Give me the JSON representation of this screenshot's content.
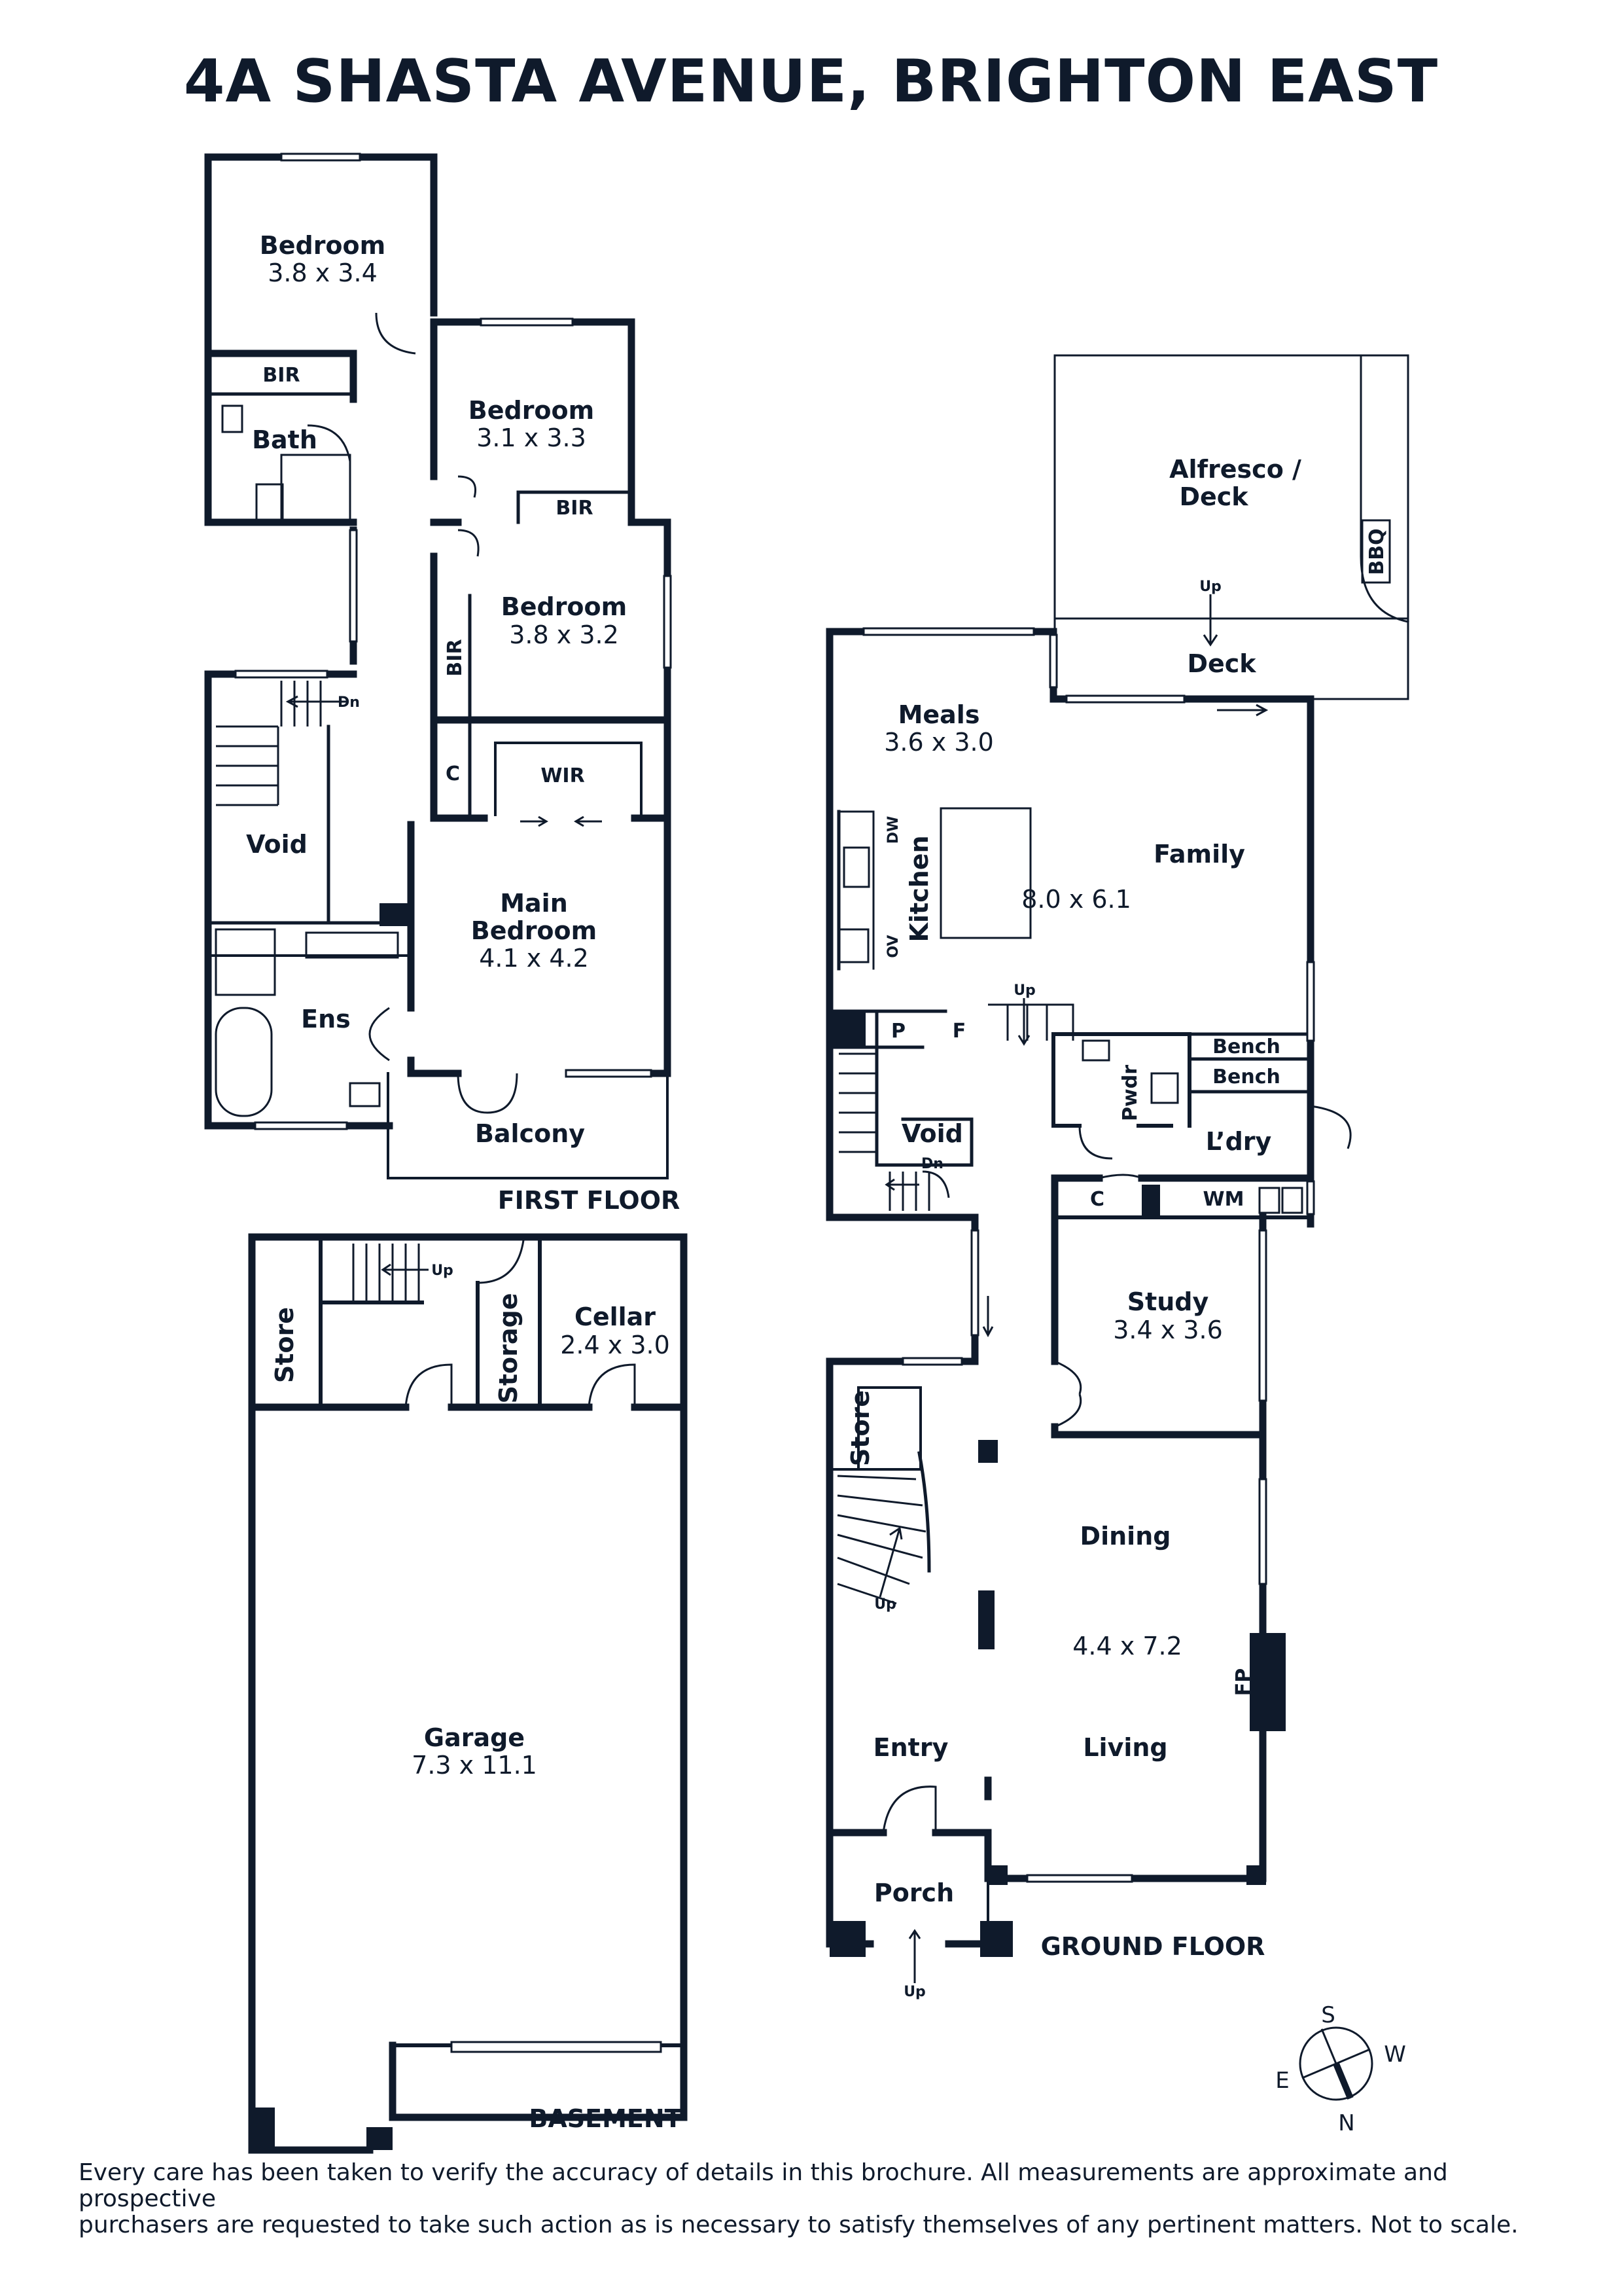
{
  "title": "4A SHASTA AVENUE, BRIGHTON EAST",
  "floors": {
    "first": "FIRST FLOOR",
    "ground": "GROUND FLOOR",
    "basement": "BASEMENT"
  },
  "first_floor": {
    "bedroom_nw": {
      "name": "Bedroom",
      "size": "3.8 x 3.4"
    },
    "bir_1": "BIR",
    "bath": "Bath",
    "bedroom_ne": {
      "name": "Bedroom",
      "size": "3.1 x 3.3"
    },
    "bir_2": "BIR",
    "bedroom_e": {
      "name": "Bedroom",
      "size": "3.8 x 3.2"
    },
    "bir_3": "BIR",
    "c": "C",
    "wir": "WIR",
    "dn": "Dn",
    "void": "Void",
    "main_bedroom": {
      "name_1": "Main",
      "name_2": "Bedroom",
      "size": "4.1 x 4.2"
    },
    "ens": "Ens",
    "balcony": "Balcony"
  },
  "ground_floor": {
    "alfresco": {
      "line_1": "Alfresco /",
      "line_2": "Deck"
    },
    "bbq": "BBQ",
    "up_deck": "Up",
    "deck": "Deck",
    "meals": {
      "name": "Meals",
      "size": "3.6 x 3.0"
    },
    "family": "Family",
    "kitchen": "Kitchen",
    "dw": "DW",
    "ov": "OV",
    "kitchen_size": "8.0 x 6.1",
    "p": "P",
    "f": "F",
    "up_mid": "Up",
    "void": "Void",
    "dn": "Dn",
    "pwdr": "Pwdr",
    "bench_1": "Bench",
    "bench_2": "Bench",
    "ldry": "L’dry",
    "c": "C",
    "wm": "WM",
    "study": {
      "name": "Study",
      "size": "3.4 x 3.6"
    },
    "store": "Store",
    "dining": "Dining",
    "up_stair": "Up",
    "living_size": "4.4 x 7.2",
    "fp": "FP",
    "entry": "Entry",
    "living": "Living",
    "porch": "Porch",
    "up_porch": "Up"
  },
  "basement": {
    "up": "Up",
    "store": "Store",
    "storage": "Storage",
    "cellar": {
      "name": "Cellar",
      "size": "2.4 x 3.0"
    },
    "garage": {
      "name": "Garage",
      "size": "7.3 x 11.1"
    }
  },
  "compass": {
    "s": "S",
    "w": "W",
    "e": "E",
    "n": "N"
  },
  "disclaimer_1": "Every care has been taken to verify the accuracy of details in this brochure. All measurements are approximate and prospective",
  "disclaimer_2": "purchasers are requested to take such action as is necessary to satisfy themselves of any pertinent matters. Not to scale.",
  "colors": {
    "ink": "#0f1a2b",
    "background": "#ffffff"
  }
}
